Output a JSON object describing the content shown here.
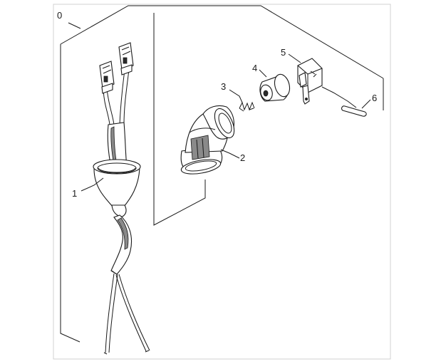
{
  "callouts": {
    "c0": "0",
    "c1": "1",
    "c2": "2",
    "c3": "3",
    "c4": "4",
    "c5": "5",
    "c6": "6"
  }
}
